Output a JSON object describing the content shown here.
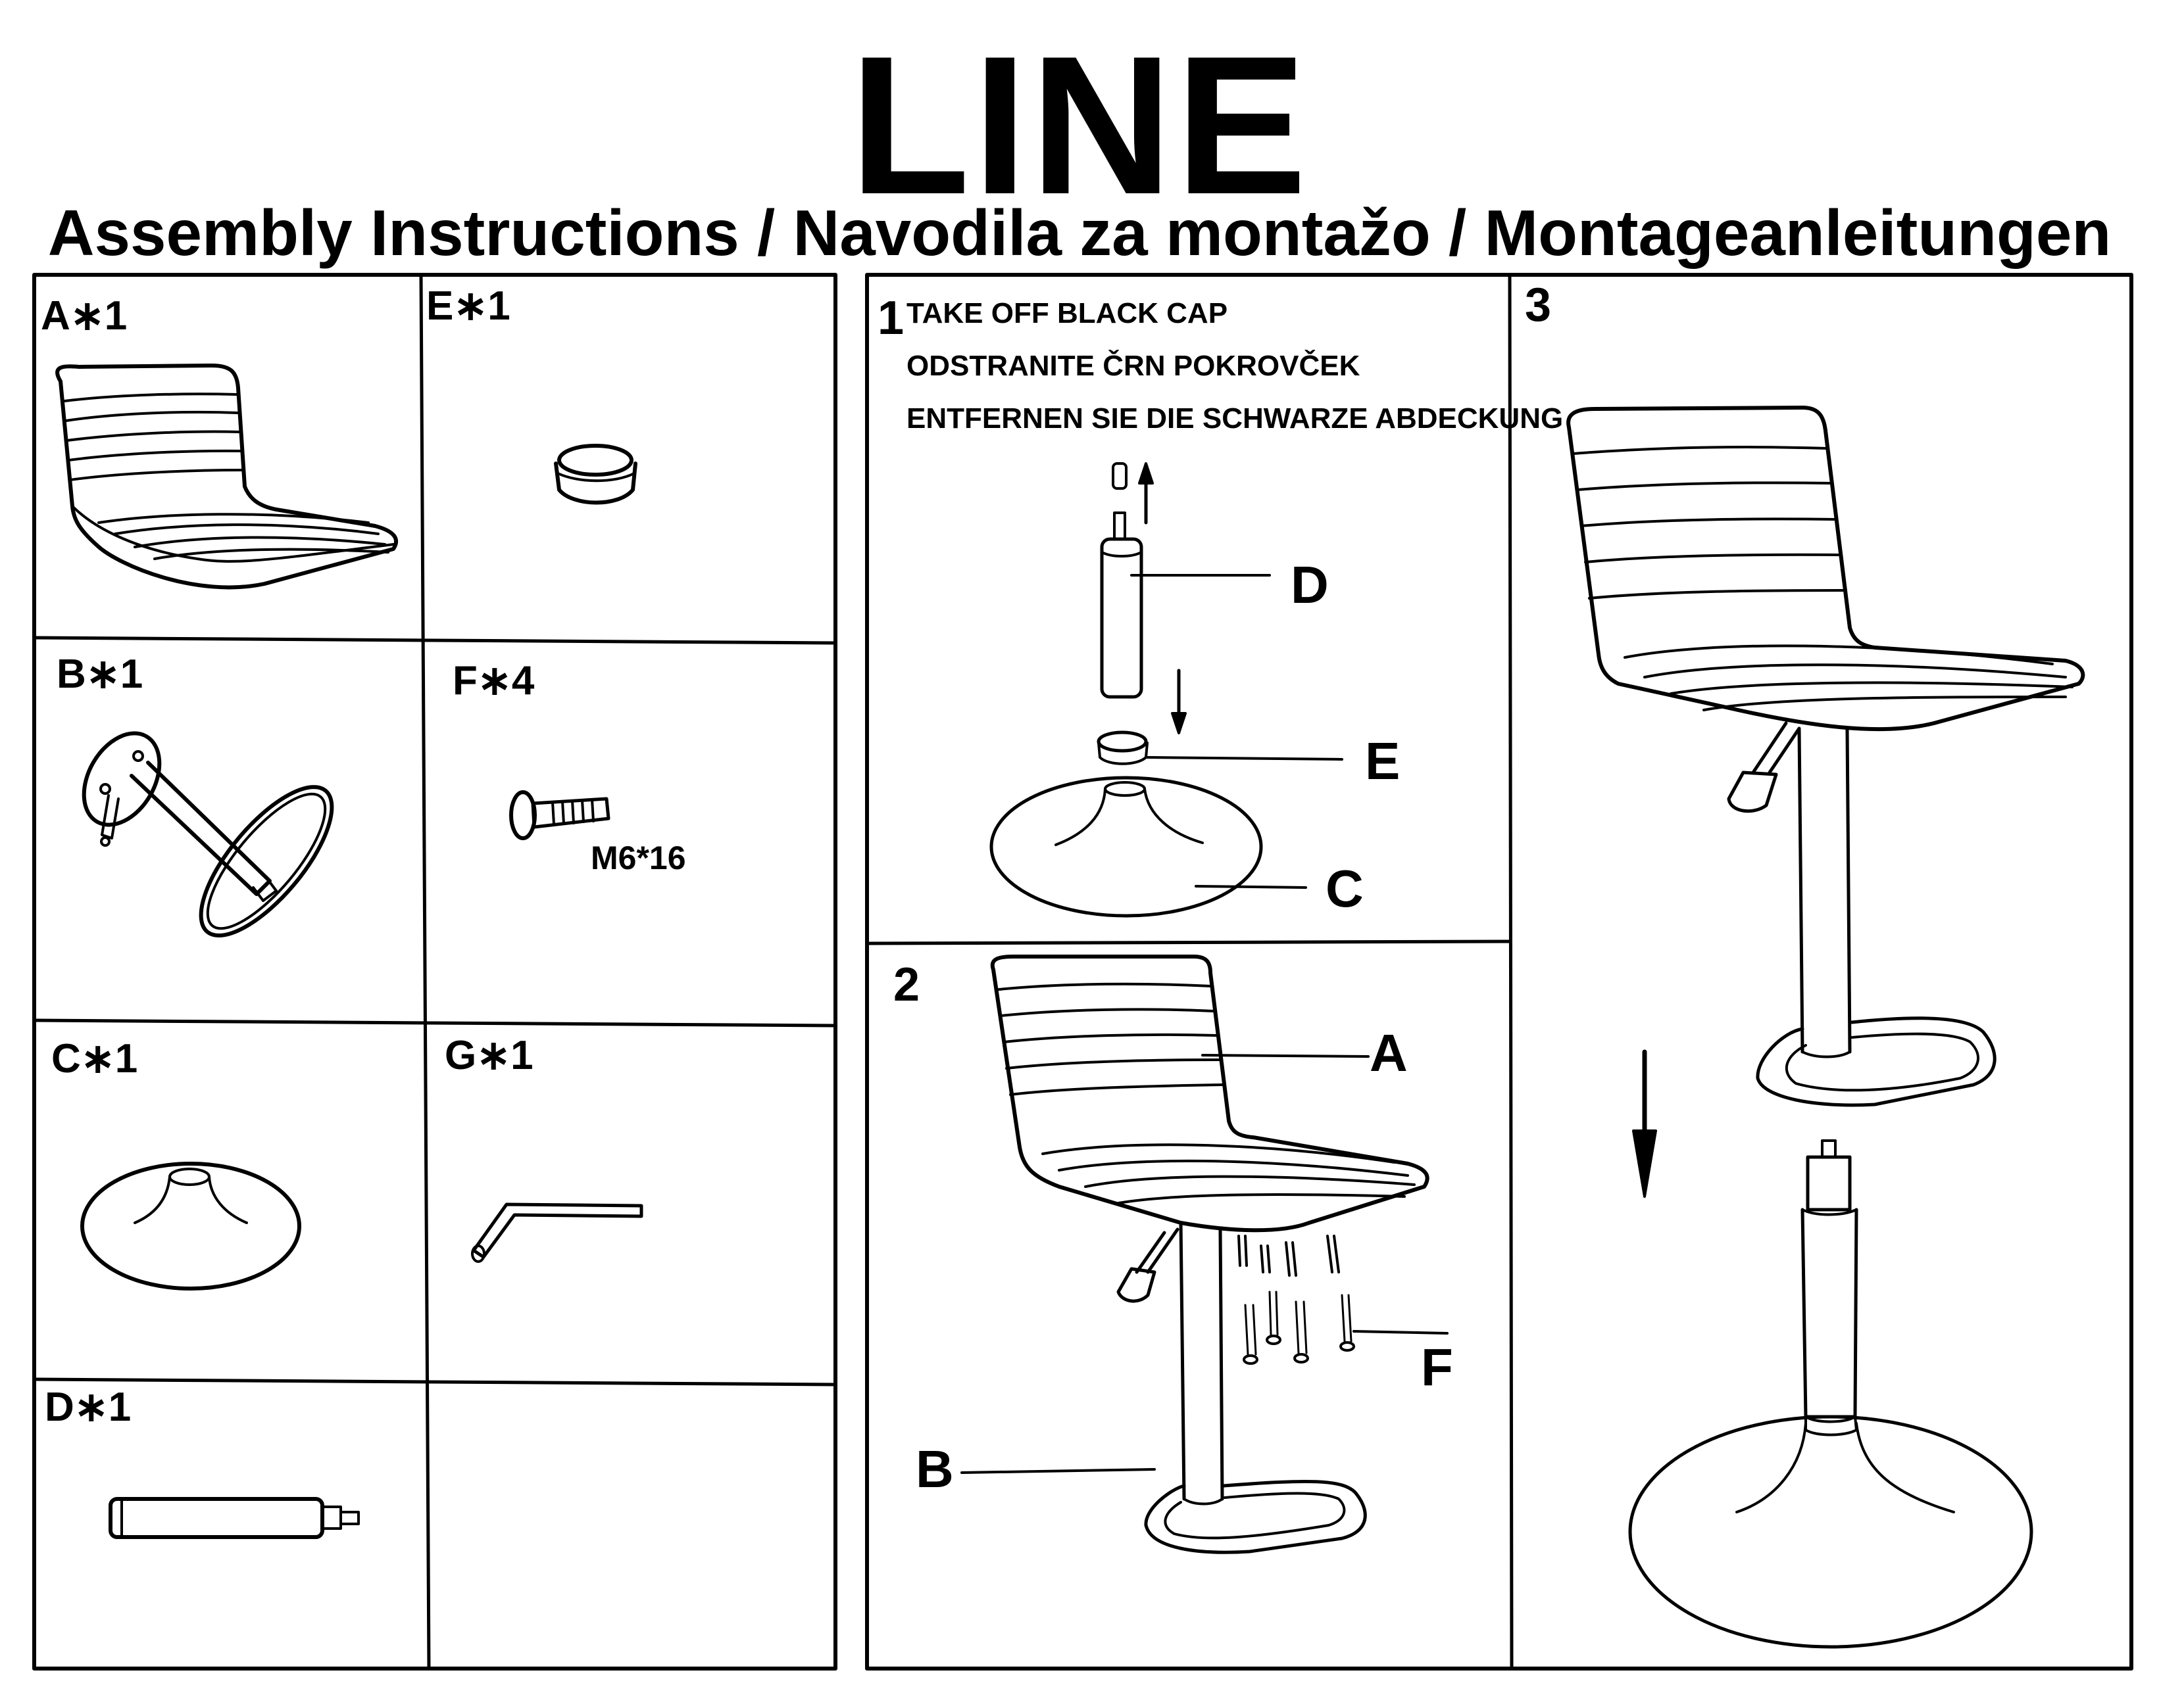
{
  "title": "LINE",
  "subtitle": "Assembly Instructions / Navodila za montažo / Montageanleitungen",
  "parts": [
    {
      "label": "A∗1",
      "icon": "seat-icon"
    },
    {
      "label": "E∗1",
      "icon": "cap-icon"
    },
    {
      "label": "B∗1",
      "icon": "footrest-mechanism-icon"
    },
    {
      "label": "F∗4",
      "icon": "screw-icon",
      "note": "M6*16"
    },
    {
      "label": "C∗1",
      "icon": "base-icon"
    },
    {
      "label": "G∗1",
      "icon": "allen-key-icon"
    },
    {
      "label": "D∗1",
      "icon": "gas-cylinder-icon"
    }
  ],
  "steps": [
    {
      "number": "1",
      "instructions": [
        "TAKE OFF BLACK CAP",
        "ODSTRANITE ČRN POKROVČEK",
        "ENTFERNEN SIE DIE SCHWARZE ABDECKUNG"
      ],
      "callouts": [
        "D",
        "E",
        "C"
      ]
    },
    {
      "number": "2",
      "callouts": [
        "A",
        "F",
        "B"
      ]
    },
    {
      "number": "3",
      "callouts": []
    }
  ]
}
